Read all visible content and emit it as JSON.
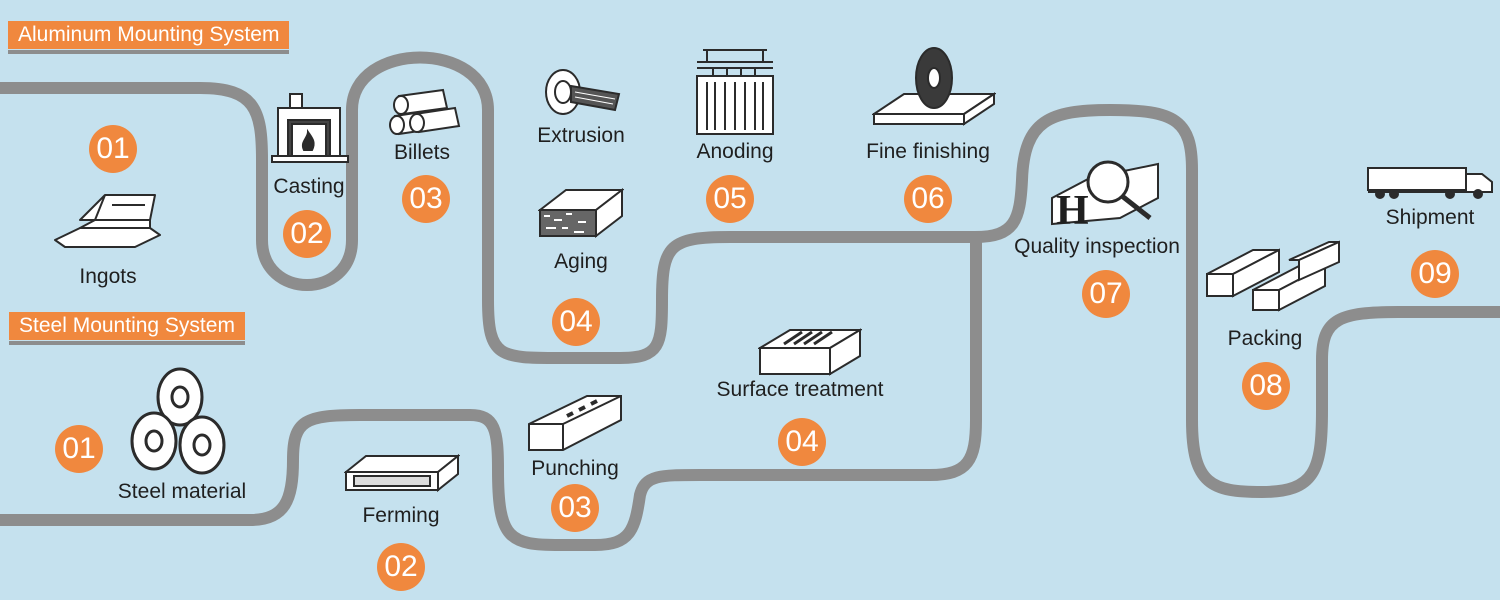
{
  "colors": {
    "background": "#c5e1ee",
    "accent": "#f0883e",
    "path": "#8d8d8d",
    "text": "#1f1f1f"
  },
  "aluminum": {
    "title": "Aluminum Mounting System",
    "steps": [
      {
        "num": "01",
        "label": "Ingots",
        "icon": "ingots-icon"
      },
      {
        "num": "02",
        "label": "Casting",
        "icon": "furnace-icon"
      },
      {
        "num": "03",
        "label": "Billets",
        "icon": "billets-icon"
      },
      {
        "num": "",
        "label": "Extrusion",
        "icon": "extrusion-press-icon"
      },
      {
        "num": "04",
        "label": "Aging",
        "icon": "aging-profile-icon"
      },
      {
        "num": "05",
        "label": "Anoding",
        "icon": "anodizing-tank-icon"
      },
      {
        "num": "06",
        "label": "Fine finishing",
        "icon": "cutting-saw-icon"
      }
    ]
  },
  "steel": {
    "title": "Steel Mounting System",
    "steps": [
      {
        "num": "01",
        "label": "Steel material",
        "icon": "steel-coils-icon"
      },
      {
        "num": "02",
        "label": "Ferming",
        "icon": "channel-forming-icon"
      },
      {
        "num": "03",
        "label": "Punching",
        "icon": "punched-channel-icon"
      },
      {
        "num": "04",
        "label": "Surface treatment",
        "icon": "treatment-tray-icon"
      }
    ]
  },
  "shared": {
    "steps": [
      {
        "num": "07",
        "label": "Quality inspection",
        "icon": "magnifier-inspection-icon"
      },
      {
        "num": "08",
        "label": "Packing",
        "icon": "boxes-icon"
      },
      {
        "num": "09",
        "label": "Shipment",
        "icon": "truck-icon"
      }
    ]
  }
}
